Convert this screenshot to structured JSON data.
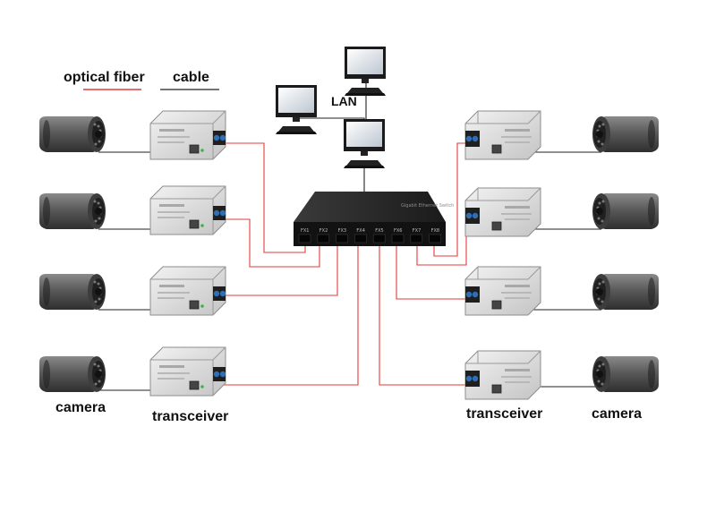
{
  "legend": {
    "fiber_label": "optical fiber",
    "cable_label": "cable",
    "fiber_color": "#e23b3b",
    "cable_color": "#222222"
  },
  "labels": {
    "lan": "LAN",
    "camera_left": "camera",
    "camera_right": "camera",
    "transceiver_left": "transceiver",
    "transceiver_right": "transceiver"
  },
  "switch": {
    "name": "Gigabit Ethernet Switch",
    "ports": [
      "FX1",
      "FX2",
      "FX3",
      "FX4",
      "FX5",
      "FX6",
      "FX7",
      "FX8"
    ]
  },
  "icons": {
    "camera": "bullet-camera-icon",
    "transceiver": "media-converter-icon",
    "computer": "desktop-monitor-icon",
    "switch": "network-switch-icon"
  }
}
